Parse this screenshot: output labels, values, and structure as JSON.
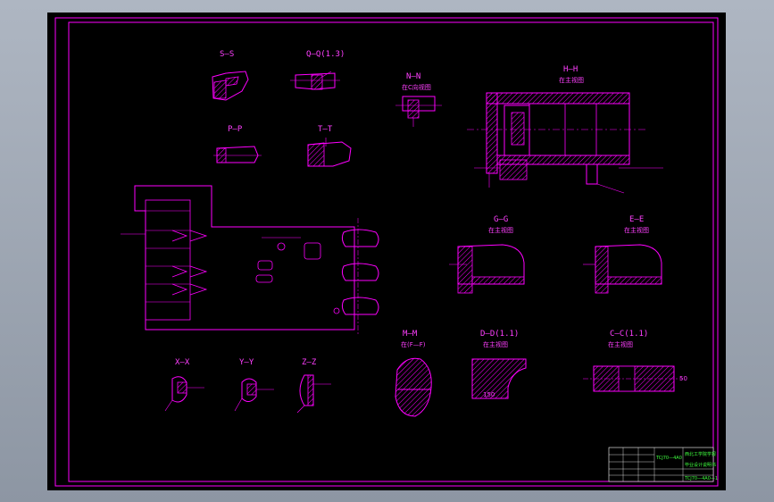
{
  "sheet": {
    "colors": {
      "background": "#000000",
      "lines": "#ff00ff",
      "hatch": "#ff00ff",
      "titleblock_text": "#00ff00",
      "titleblock_lines": "#ffffff"
    }
  },
  "sections": [
    {
      "id": "s-s",
      "label": "S—S"
    },
    {
      "id": "q-q",
      "label": "Q—Q(1.3)"
    },
    {
      "id": "n-n",
      "label": "N—N",
      "sublabel": "在C向视图"
    },
    {
      "id": "h-h",
      "label": "H—H",
      "sublabel": "在主视图"
    },
    {
      "id": "p-p",
      "label": "P—P"
    },
    {
      "id": "t-t",
      "label": "T—T"
    },
    {
      "id": "g-g",
      "label": "G—G",
      "sublabel": "在主视图"
    },
    {
      "id": "e-e",
      "label": "E—E",
      "sublabel": "在主视图"
    },
    {
      "id": "m-m",
      "label": "M—M",
      "sublabel": "在(F—F)"
    },
    {
      "id": "d-d",
      "label": "D—D(1.1)",
      "sublabel": "在主视图"
    },
    {
      "id": "c-c",
      "label": "C—C(1.1)",
      "sublabel": "在主视图"
    },
    {
      "id": "x-x",
      "label": "X—X"
    },
    {
      "id": "y-y",
      "label": "Y—Y"
    },
    {
      "id": "z-z",
      "label": "Z—Z"
    }
  ],
  "dimensions": {
    "d_width": "150",
    "c_height": "50"
  },
  "title_block": {
    "drawing_no": "TCJ70—4A0",
    "school": "西北工学院学报",
    "title": "毕业设计说明书",
    "sheet_no": "TCJ70—4A0—1"
  }
}
